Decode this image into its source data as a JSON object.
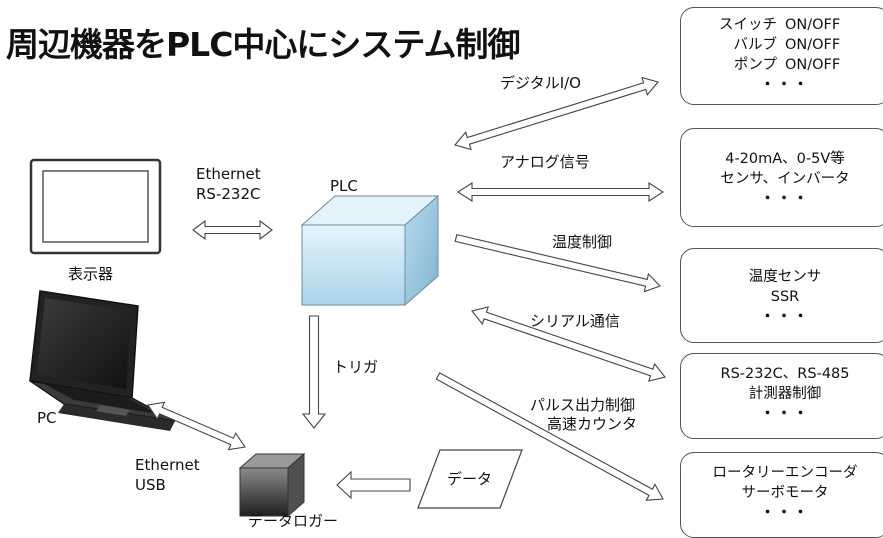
{
  "title": "周辺機器をPLC中心にシステム制御",
  "center": {
    "label": "PLC"
  },
  "display": {
    "label": "表示器",
    "link": [
      "Ethernet",
      "RS-232C"
    ]
  },
  "pc": {
    "label": "PC",
    "link": [
      "Ethernet",
      "USB"
    ]
  },
  "logger": {
    "label": "データロガー",
    "trigger": "トリガ",
    "data": "データ"
  },
  "connections": [
    {
      "label": "デジタルI/O",
      "box": [
        [
          "スイッチ",
          "ON/OFF"
        ],
        [
          "バルブ",
          "ON/OFF"
        ],
        [
          "ポンプ",
          "ON/OFF"
        ]
      ],
      "dots": "・・・"
    },
    {
      "label": "アナログ信号",
      "box": [
        "4-20mA、0-5V等",
        "センサ、インバータ"
      ],
      "dots": "・・・"
    },
    {
      "label": "温度制御",
      "box": [
        "温度センサ",
        "SSR"
      ],
      "dots": "・・・"
    },
    {
      "label": "シリアル通信",
      "box": [
        "RS-232C、RS-485",
        "計測器制御"
      ],
      "dots": "・・・"
    },
    {
      "label": [
        "パルス出力制御",
        "高速カウンタ"
      ],
      "box": [
        "ロータリーエンコーダ",
        "サーボモータ"
      ],
      "dots": "・・・"
    }
  ],
  "colors": {
    "cube_front": "#c9e6f4",
    "cube_top": "#e8f4fb",
    "cube_side": "#9ec8dd",
    "logger": "#4a4a4a",
    "outline": "#555555"
  }
}
